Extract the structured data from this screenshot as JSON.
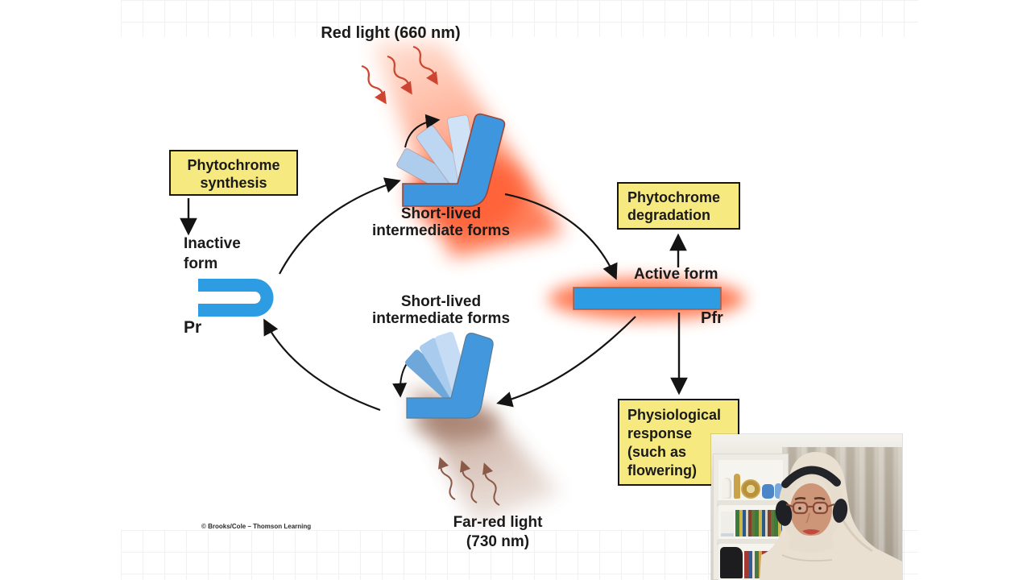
{
  "slide": {
    "red_light_label": "Red light (660 nm)",
    "synthesis_box": {
      "line1": "Phytochrome",
      "line2": "synthesis"
    },
    "degradation_box": {
      "line1": "Phytochrome",
      "line2": "degradation"
    },
    "response_box": {
      "line1": "Physiological",
      "line2": "response",
      "line3": "(such as",
      "line4": "flowering)"
    },
    "inactive_label": {
      "line1": "Inactive",
      "line2": "form"
    },
    "pr_label": "Pr",
    "active_label": "Active form",
    "pfr_label": "Pfr",
    "intermediate_top": {
      "line1": "Short-lived",
      "line2": "intermediate forms"
    },
    "intermediate_bottom": {
      "line1": "Short-lived",
      "line2": "intermediate forms"
    },
    "far_red_label": {
      "line1": "Far-red light",
      "line2": "(730 nm)"
    },
    "credit": "© Brooks/Cole – Thomson Learning",
    "colors": {
      "phytochrome_blue": "#2d9ce2",
      "box_yellow": "#f6e97f",
      "red_light_glow": "#ff6435",
      "far_red_glow": "#9e6b52",
      "arrow_black": "#141414",
      "wavy_red_arrow": "#cd4530",
      "wavy_brown_arrow": "#8a5a49"
    }
  }
}
